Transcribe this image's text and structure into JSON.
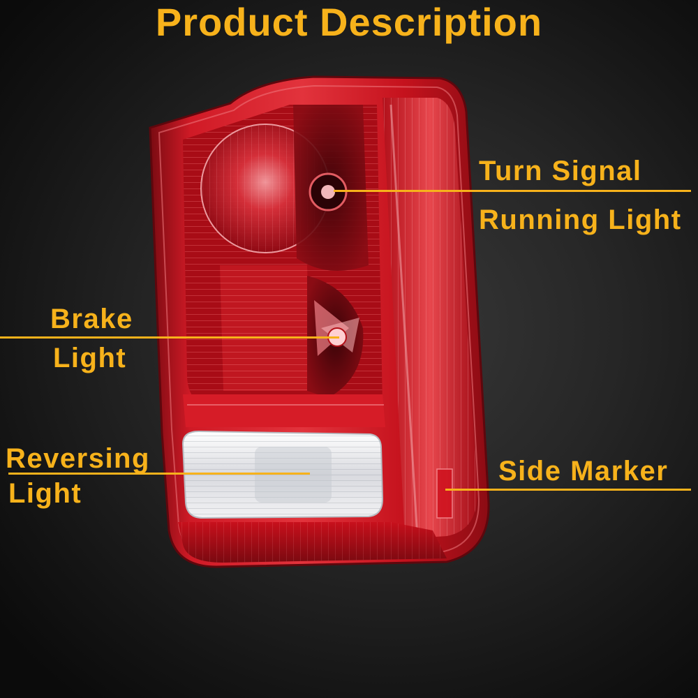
{
  "page": {
    "title": "Product Description"
  },
  "callouts": {
    "turn_signal": "Turn Signal",
    "running_light": "Running Light",
    "brake_line1": "Brake",
    "brake_line2": "Light",
    "reversing_line1": "Reversing",
    "reversing_line2": "Light",
    "side_marker": "Side Marker"
  },
  "colors": {
    "accent": "#f7b21b",
    "background": "#262626",
    "lens_red": "#c8101c",
    "lens_clear": "#e8e8ea"
  },
  "image": {
    "subject": "tail-light-assembly"
  }
}
